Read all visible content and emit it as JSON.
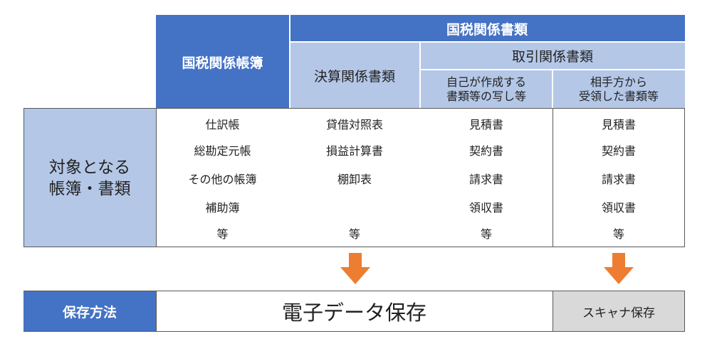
{
  "header": {
    "col1": "国税関係帳簿",
    "group": "国税関係書類",
    "kessan": "決算関係書類",
    "torihiki": "取引関係書類",
    "self_made": [
      "自己が作成する",
      "書類等の写し等"
    ],
    "received": [
      "相手方から",
      "受領した書類等"
    ]
  },
  "row_label": [
    "対象となる",
    "帳簿・書類"
  ],
  "columns": {
    "books": [
      "仕訳帳",
      "総勘定元帳",
      "その他の帳簿",
      "補助簿",
      "等"
    ],
    "kessan": [
      "貸借対照表",
      "損益計算書",
      "棚卸表",
      "",
      "等"
    ],
    "self_made": [
      "見積書",
      "契約書",
      "請求書",
      "領収書",
      "等"
    ],
    "received": [
      "見積書",
      "契約書",
      "請求書",
      "領収書",
      "等"
    ]
  },
  "storage": {
    "label": "保存方法",
    "electronic": "電子データ保存",
    "scanner": "スキャナ保存"
  },
  "colors": {
    "dark": "#4472c4",
    "light": "#b4c7e7",
    "arrow": "#ed7d31",
    "gray": "#d9d9d9"
  }
}
